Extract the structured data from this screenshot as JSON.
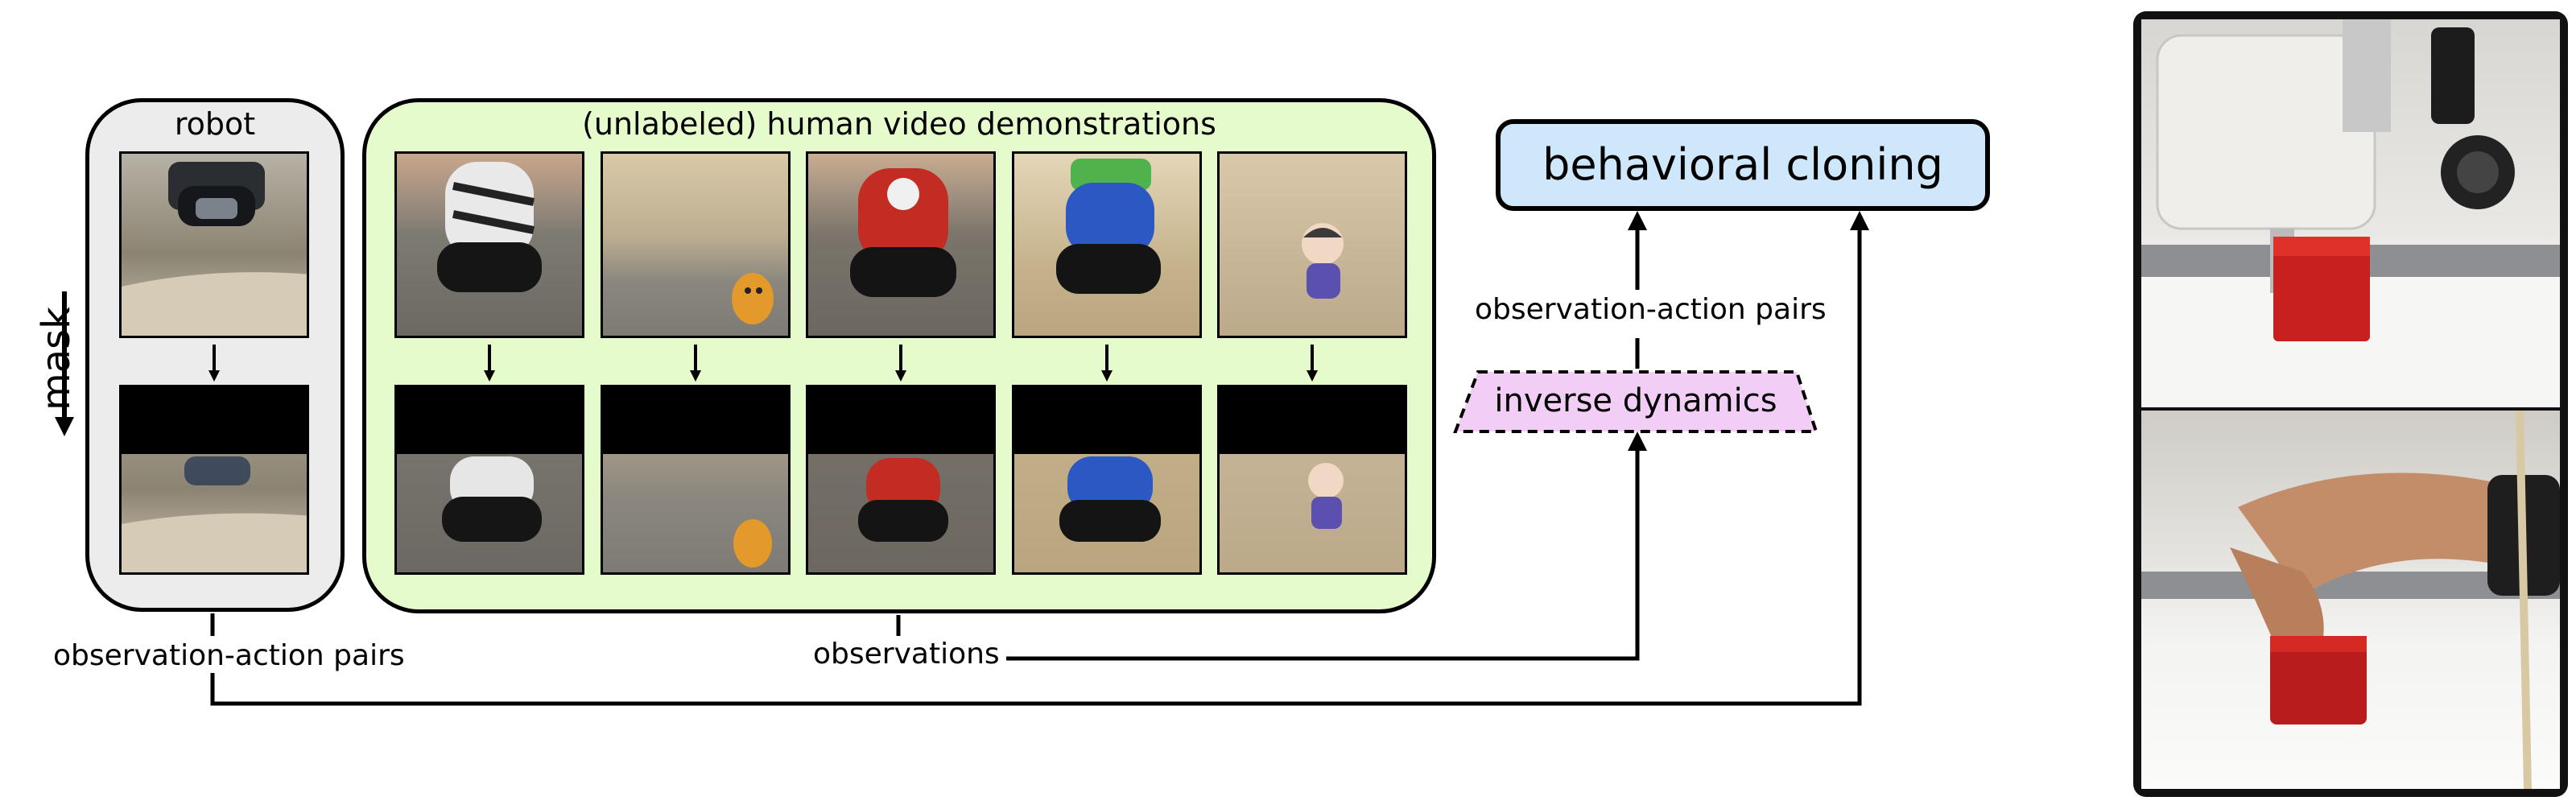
{
  "robot_panel": {
    "title": "robot",
    "side_label": "mask",
    "output_label": "observation-action pairs"
  },
  "human_panel": {
    "title": "(unlabeled) human video demonstrations",
    "output_label": "observations"
  },
  "inverse_dynamics": {
    "label": "inverse dynamics"
  },
  "behavioral_cloning": {
    "label": "behavioral cloning"
  },
  "pairs_label": "observation-action pairs",
  "colors": {
    "robot_panel_fill": "#ececec",
    "human_panel_fill": "#e6fbcb",
    "inverse_dynamics_fill": "#f2cdf6",
    "behavioral_cloning_fill": "#cfe7fb",
    "photo_frame": "#111111"
  },
  "thumbnails": {
    "robot": {
      "icon": "robot-gripper-photo",
      "base": "#8c8472"
    },
    "human": [
      {
        "icon": "toy-white-robot-photo",
        "base": "#7d7a72",
        "toy": "#e8e8e8"
      },
      {
        "icon": "toy-orange-figure-photo",
        "base": "#a39a88",
        "toy": "#e39a2b"
      },
      {
        "icon": "toy-red-robot-photo",
        "base": "#7a746b",
        "toy": "#c32c22"
      },
      {
        "icon": "toy-green-blue-robot-photo",
        "base": "#c6b38c",
        "toy": "#2c58c4"
      },
      {
        "icon": "toy-purple-doll-photo",
        "base": "#c9b89a",
        "toy": "#5b4fb0"
      }
    ]
  },
  "photos": {
    "top": {
      "icon": "robot-arm-red-cube-photo"
    },
    "bottom": {
      "icon": "human-hand-red-cube-photo"
    }
  }
}
